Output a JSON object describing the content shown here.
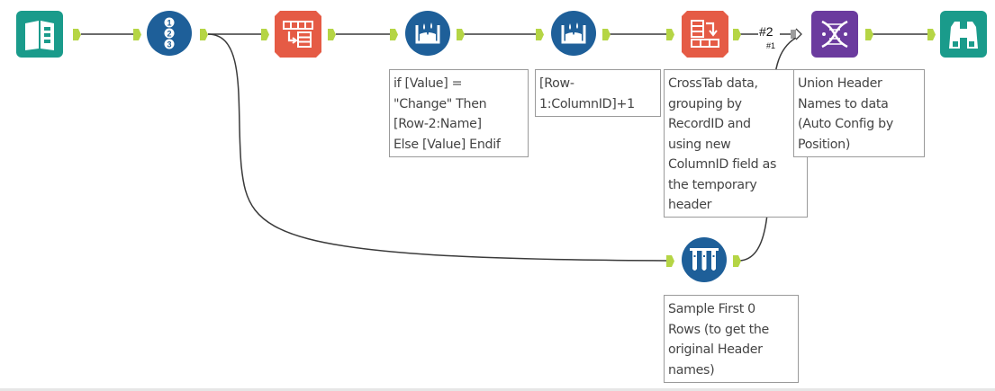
{
  "colors": {
    "connector": "#3a3a3a",
    "anchor": "#b5d545",
    "teal": "#1a9b8b",
    "navy": "#1e5f99",
    "orange": "#e55b45",
    "purple": "#6b3b9e"
  },
  "tools": [
    {
      "id": "input",
      "icon": "book-icon"
    },
    {
      "id": "record-id",
      "icon": "numbered-circles-icon"
    },
    {
      "id": "transpose",
      "icon": "transpose-icon"
    },
    {
      "id": "formula-1",
      "icon": "formula-flask-icon"
    },
    {
      "id": "formula-2",
      "icon": "formula-flask-icon"
    },
    {
      "id": "crosstab",
      "icon": "crosstab-icon"
    },
    {
      "id": "union",
      "icon": "dna-icon"
    },
    {
      "id": "browse",
      "icon": "binoculars-icon"
    },
    {
      "id": "sample",
      "icon": "test-tubes-icon"
    }
  ],
  "annotations": {
    "formula_1": "if [Value] =\n\"Change\" Then\n[Row-2:Name]\nElse [Value] Endif",
    "formula_2": "[Row-\n1:ColumnID]+1",
    "crosstab": "CrossTab data,\ngrouping by\nRecordID and\nusing new\nColumnID field as\nthe temporary\nheader",
    "union": "Union Header\nNames to data\n(Auto Config by\nPosition)",
    "sample": "Sample First 0\nRows (to get the\noriginal Header\nnames)"
  },
  "union_inputs": {
    "main_label": "#2",
    "sub_label": "#1"
  }
}
